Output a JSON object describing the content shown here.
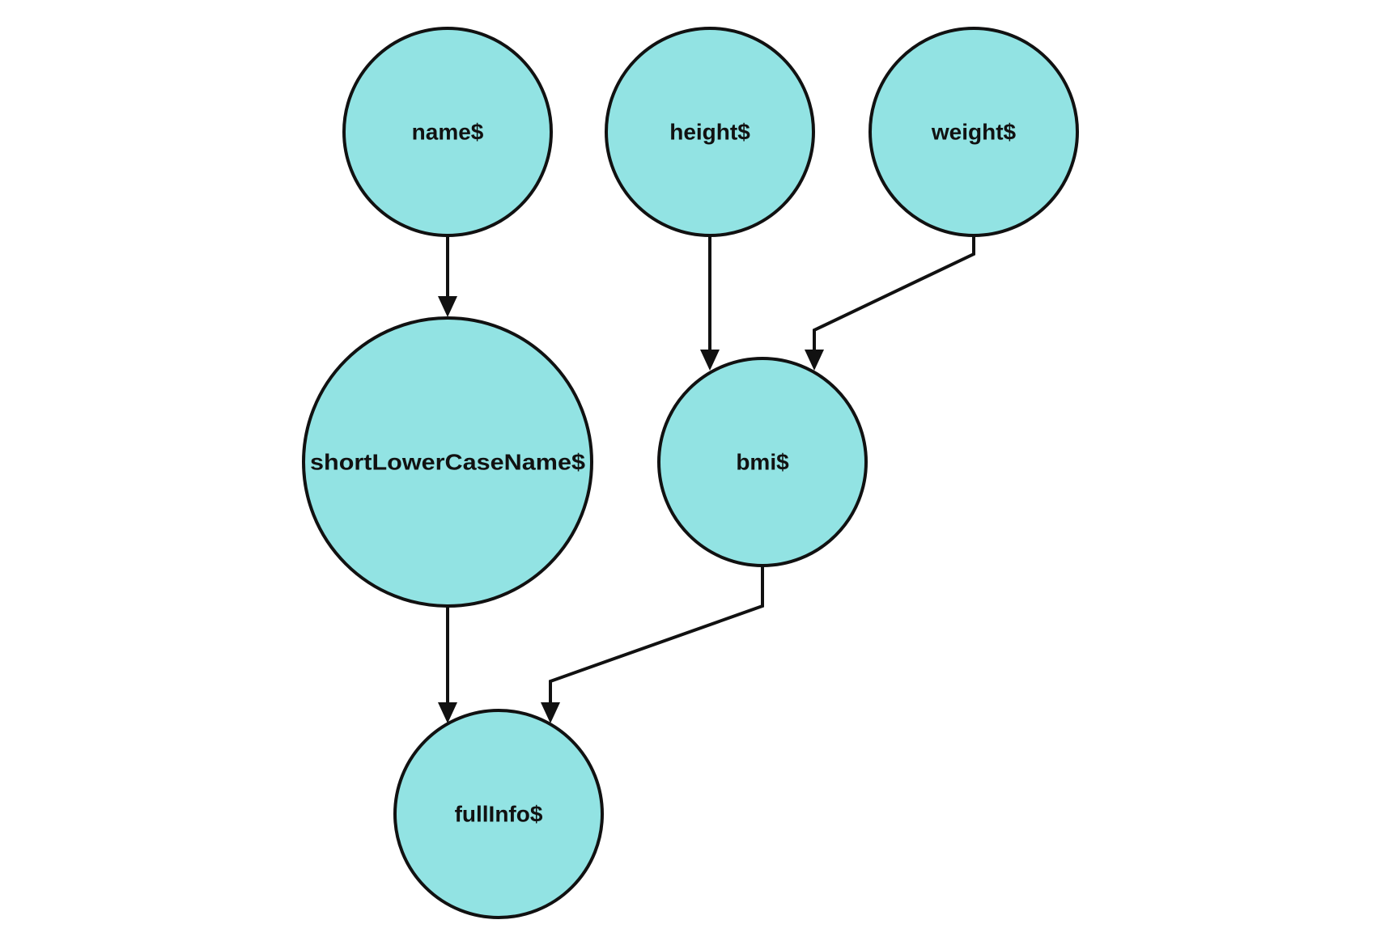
{
  "diagram": {
    "node_color": "#92e3e3",
    "stroke_color": "#111111",
    "nodes": [
      {
        "id": "name",
        "label": "name$"
      },
      {
        "id": "height",
        "label": "height$"
      },
      {
        "id": "weight",
        "label": "weight$"
      },
      {
        "id": "shortLowerCaseName",
        "label": "shortLowerCaseName$"
      },
      {
        "id": "bmi",
        "label": "bmi$"
      },
      {
        "id": "fullInfo",
        "label": "fullInfo$"
      }
    ],
    "edges": [
      {
        "from": "name",
        "to": "shortLowerCaseName"
      },
      {
        "from": "height",
        "to": "bmi"
      },
      {
        "from": "weight",
        "to": "bmi"
      },
      {
        "from": "shortLowerCaseName",
        "to": "fullInfo"
      },
      {
        "from": "bmi",
        "to": "fullInfo"
      }
    ]
  }
}
